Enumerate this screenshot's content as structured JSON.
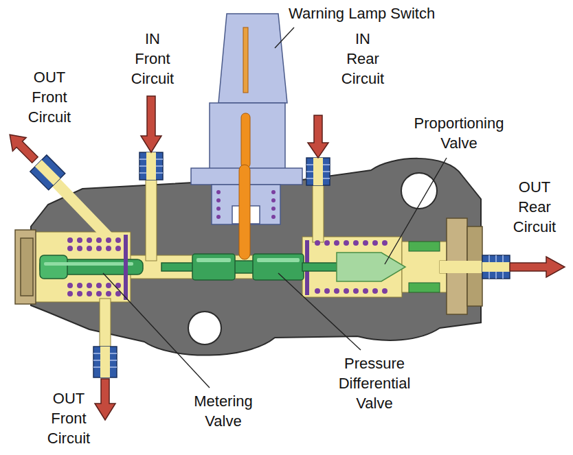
{
  "diagram": {
    "labels": [
      "Warning Lamp Switch",
      "IN Front Circuit",
      "IN Rear Circuit",
      "OUT Front Circuit",
      "Proportioning Valve",
      "OUT Rear Circuit",
      "OUT Front Circuit",
      "Metering Valve",
      "Pressure Differential Valve"
    ]
  }
}
